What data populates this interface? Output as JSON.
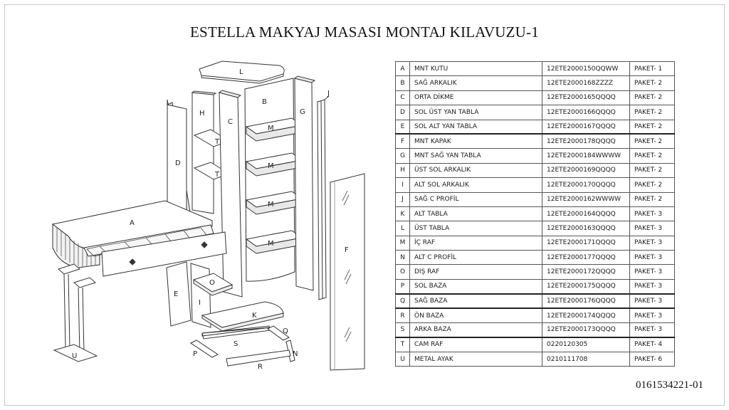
{
  "document": {
    "title": "ESTELLA MAKYAJ MASASI MONTAJ KILAVUZU-1",
    "doc_number": "0161534221-01"
  },
  "drawing_labels": {
    "A": "A",
    "B": "B",
    "C": "C",
    "D": "D",
    "E": "E",
    "F": "F",
    "G": "G",
    "H": "H",
    "I": "I",
    "J": "J",
    "K": "K",
    "L": "L",
    "M": "M",
    "N": "N",
    "O": "O",
    "P": "P",
    "Q": "Q",
    "R": "R",
    "S": "S",
    "T": "T",
    "U": "U"
  },
  "parts": [
    {
      "code": "A",
      "name": "MNT KUTU",
      "sku": "12ETE2000150QQWW",
      "package": "PAKET- 1"
    },
    {
      "code": "B",
      "name": "SAĞ ARKALIK",
      "sku": "12ETE2000168ZZZZ",
      "package": "PAKET- 2"
    },
    {
      "code": "C",
      "name": "ORTA DİKME",
      "sku": "12ETE2000165QQQQ",
      "package": "PAKET- 2"
    },
    {
      "code": "D",
      "name": "SOL ÜST YAN TABLA",
      "sku": "12ETE2000166QQQQ",
      "package": "PAKET- 2"
    },
    {
      "code": "E",
      "name": "SOL ALT YAN TABLA",
      "sku": "12ETE2000167QQQQ",
      "package": "PAKET- 2"
    },
    {
      "code": "F",
      "name": "MNT KAPAK",
      "sku": "12ETE2000178QQQQ",
      "package": "PAKET- 2"
    },
    {
      "code": "G",
      "name": "MNT SAĞ YAN TABLA",
      "sku": "12ETE2000184WWWW",
      "package": "PAKET- 2"
    },
    {
      "code": "H",
      "name": "ÜST SOL ARKALIK",
      "sku": "12ETE2000169QQQQ",
      "package": "PAKET- 2"
    },
    {
      "code": "I",
      "name": "ALT SOL ARKALIK",
      "sku": "12ETE2000170QQQQ",
      "package": "PAKET- 2"
    },
    {
      "code": "J",
      "name": "SAĞ C PROFİL",
      "sku": "12ETE2000162WWWW",
      "package": "PAKET- 2"
    },
    {
      "code": "K",
      "name": "ALT TABLA",
      "sku": "12ETE2000164QQQQ",
      "package": "PAKET- 3"
    },
    {
      "code": "L",
      "name": "ÜST TABLA",
      "sku": "12ETE2000163QQQQ",
      "package": "PAKET- 3"
    },
    {
      "code": "M",
      "name": "İÇ RAF",
      "sku": "12ETE2000171QQQQ",
      "package": "PAKET- 3"
    },
    {
      "code": "N",
      "name": "ALT C PROFİL",
      "sku": "12ETE2000177QQQQ",
      "package": "PAKET- 3"
    },
    {
      "code": "O",
      "name": "DIŞ RAF",
      "sku": "12ETE2000172QQQQ",
      "package": "PAKET- 3"
    },
    {
      "code": "P",
      "name": "SOL BAZA",
      "sku": "12ETE2000175QQQQ",
      "package": "PAKET- 3"
    },
    {
      "code": "Q",
      "name": "SAĞ BAZA",
      "sku": "12ETE2000176QQQQ",
      "package": "PAKET- 3"
    },
    {
      "code": "R",
      "name": "ÖN BAZA",
      "sku": "12ETE2000174QQQQ",
      "package": "PAKET- 3"
    },
    {
      "code": "S",
      "name": "ARKA BAZA",
      "sku": "12ETE2000173QQQQ",
      "package": "PAKET- 3"
    },
    {
      "code": "T",
      "name": "CAM RAF",
      "sku": "0220120305",
      "package": "PAKET- 4"
    },
    {
      "code": "U",
      "name": "METAL AYAK",
      "sku": "0210111708",
      "package": "PAKET- 6"
    }
  ]
}
